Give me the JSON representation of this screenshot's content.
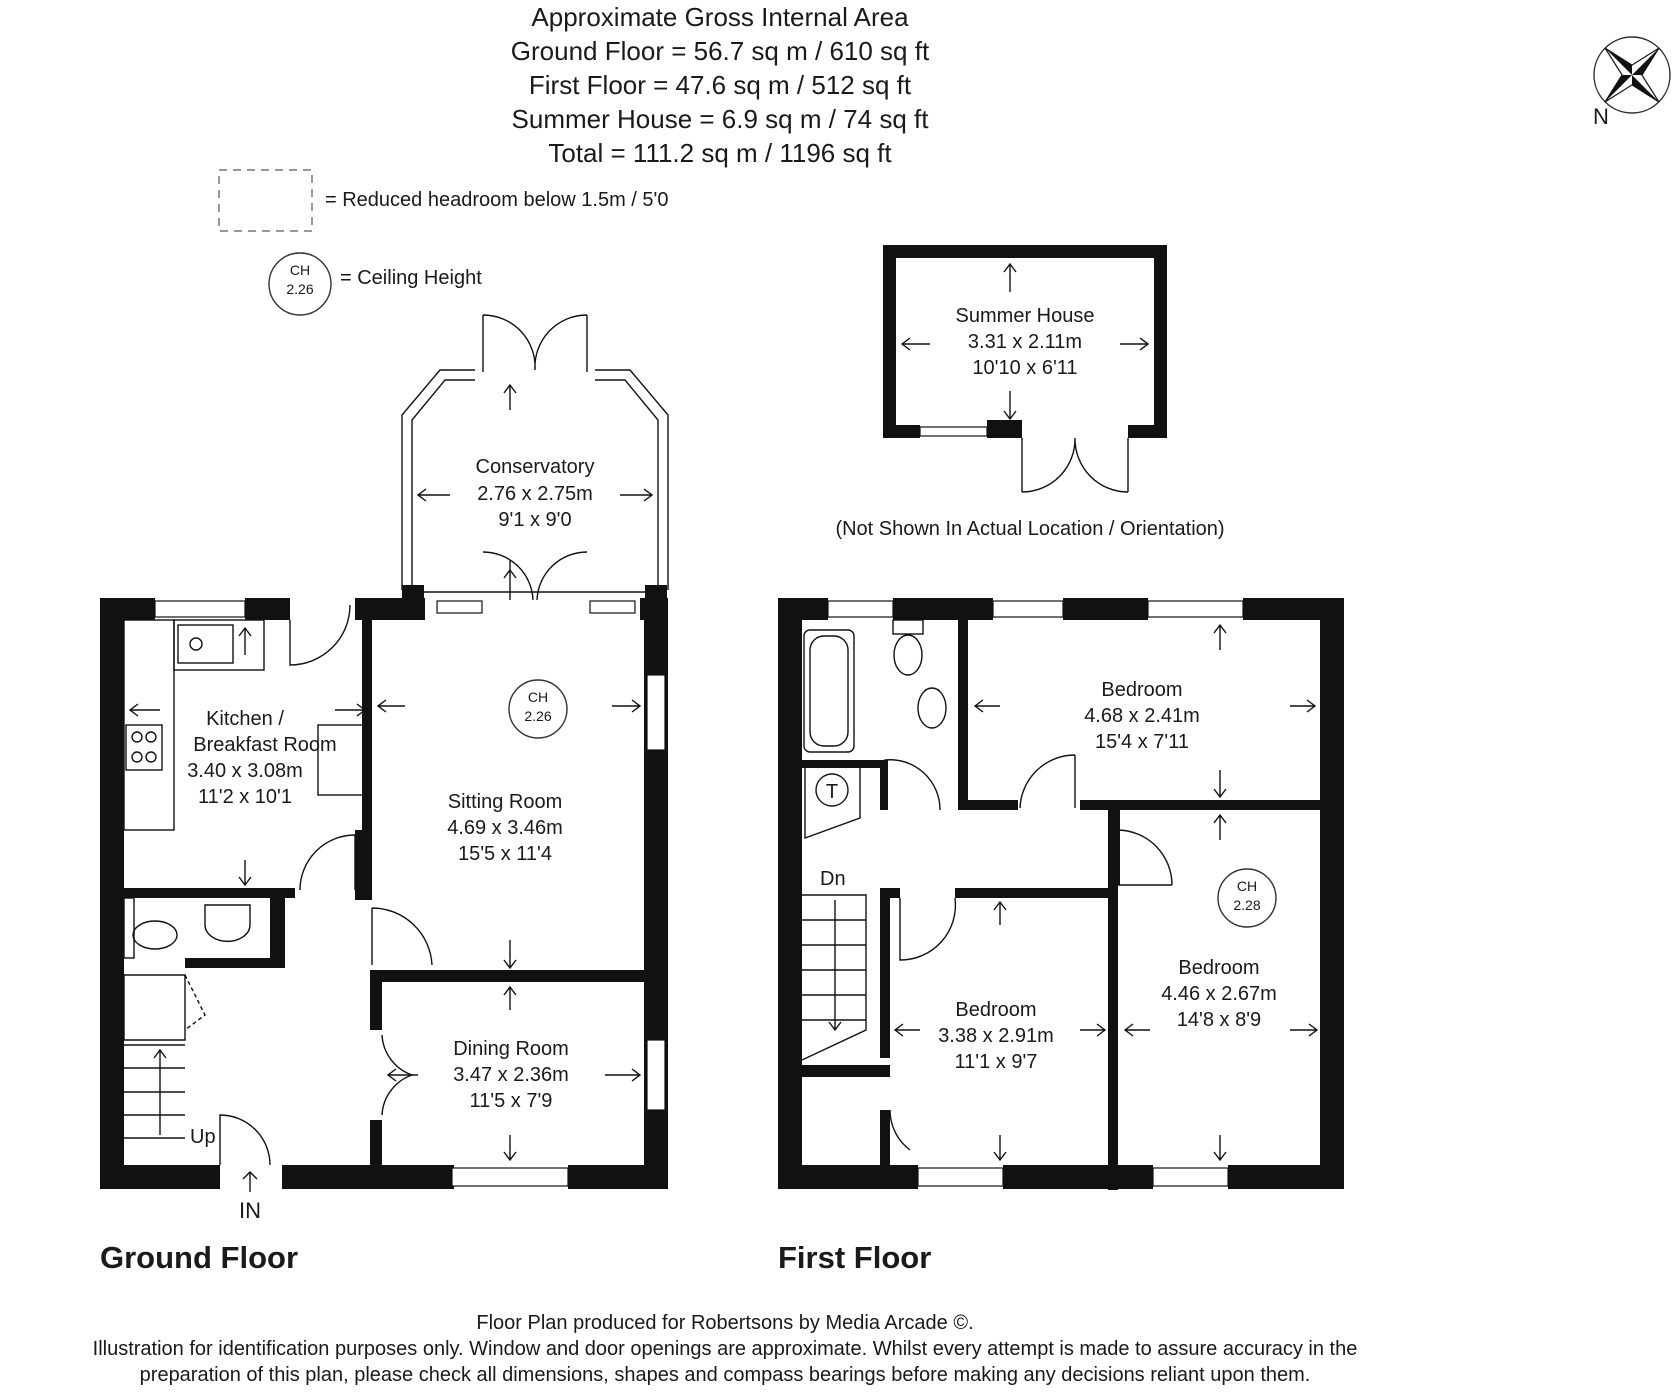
{
  "header": {
    "lines": [
      "Approximate Gross Internal Area",
      "Ground Floor = 56.7 sq m / 610 sq ft",
      "First Floor = 47.6 sq m / 512 sq ft",
      "Summer House = 6.9 sq m / 74 sq ft",
      "Total = 111.2 sq m / 1196 sq ft"
    ]
  },
  "legend": {
    "reduced_headroom": "= Reduced headroom below 1.5m / 5'0",
    "ch_badge_top": "CH",
    "ch_badge_value": "2.26",
    "ceiling_height": "= Ceiling Height"
  },
  "compass": {
    "label": "N"
  },
  "summer_house": {
    "name": "Summer House",
    "metric": "3.31 x 2.11m",
    "imperial": "10'10 x 6'11",
    "note": "(Not Shown In Actual Location / Orientation)"
  },
  "ground_floor": {
    "title": "Ground Floor",
    "entrance": "IN",
    "stairs_label": "Up",
    "conservatory": {
      "name": "Conservatory",
      "metric": "2.76 x 2.75m",
      "imperial": "9'1 x 9'0"
    },
    "kitchen": {
      "name_line1": "Kitchen /",
      "name_line2": "Breakfast Room",
      "metric": "3.40 x 3.08m",
      "imperial": "11'2 x 10'1"
    },
    "sitting_room": {
      "name": "Sitting Room",
      "metric": "4.69 x 3.46m",
      "imperial": "15'5 x 11'4",
      "ch_top": "CH",
      "ch_value": "2.26"
    },
    "dining_room": {
      "name": "Dining Room",
      "metric": "3.47 x 2.36m",
      "imperial": "11'5 x 7'9"
    }
  },
  "first_floor": {
    "title": "First Floor",
    "stairs_label": "Dn",
    "tank_label": "T",
    "bedroom_1": {
      "name": "Bedroom",
      "metric": "4.68 x 2.41m",
      "imperial": "15'4 x 7'11"
    },
    "bedroom_2": {
      "name": "Bedroom",
      "metric": "4.46 x 2.67m",
      "imperial": "14'8 x 8'9",
      "ch_top": "CH",
      "ch_value": "2.28"
    },
    "bedroom_3": {
      "name": "Bedroom",
      "metric": "3.38 x 2.91m",
      "imperial": "11'1 x 9'7"
    }
  },
  "footer": {
    "line1": "Floor Plan produced for Robertsons by Media Arcade ©.",
    "line2": "Illustration for identification purposes only. Window and door openings are approximate. Whilst every attempt is made to assure accuracy in the",
    "line3": "preparation of this plan, please check all dimensions, shapes and compass bearings before making any decisions reliant upon them."
  }
}
